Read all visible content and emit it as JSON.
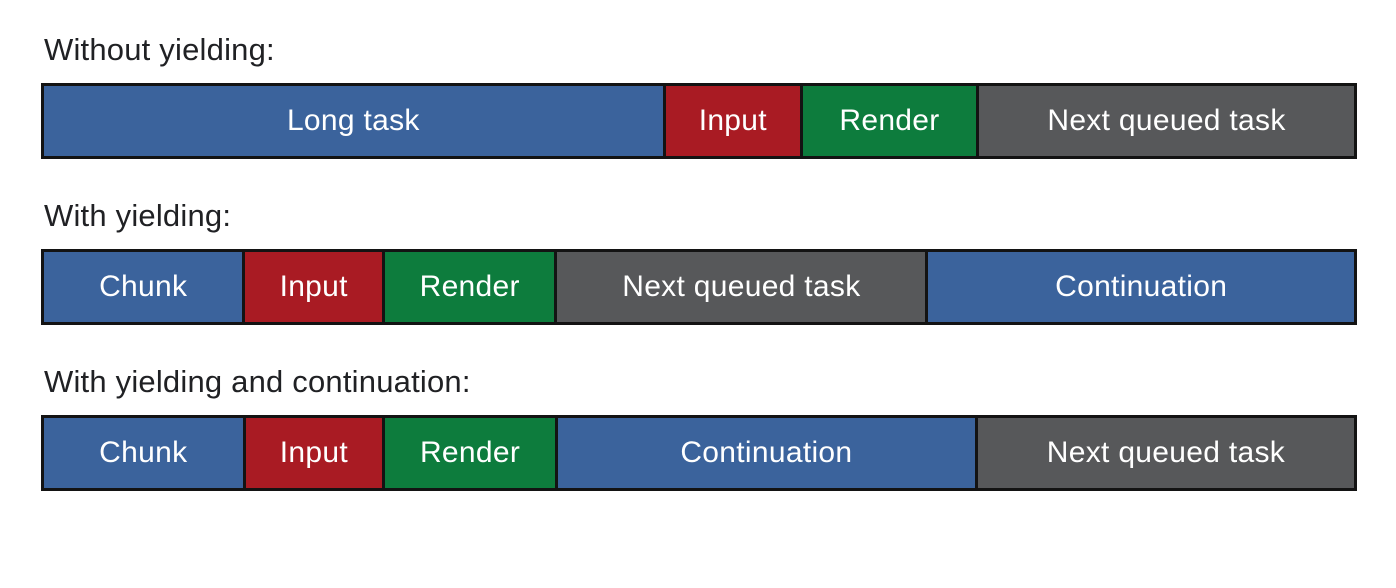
{
  "colors": {
    "blue": "#3B639C",
    "red": "#A91B23",
    "green": "#0D7C3D",
    "gray": "#57585A",
    "divider": "#131313",
    "heading_text": "#202124",
    "segment_text": "#FFFFFF",
    "background": "#FFFFFF"
  },
  "sections": [
    {
      "heading": "Without yielding:",
      "segments": [
        {
          "label": "Long task",
          "color": "blue",
          "flex": 622
        },
        {
          "label": "Input",
          "color": "red",
          "flex": 135
        },
        {
          "label": "Render",
          "color": "green",
          "flex": 174
        },
        {
          "label": "Next queued task",
          "color": "gray",
          "flex": 377
        }
      ]
    },
    {
      "heading": "With yielding:",
      "segments": [
        {
          "label": "Chunk",
          "color": "blue",
          "flex": 199
        },
        {
          "label": "Input",
          "color": "red",
          "flex": 137
        },
        {
          "label": "Render",
          "color": "green",
          "flex": 170
        },
        {
          "label": "Next queued task",
          "color": "gray",
          "flex": 369
        },
        {
          "label": "Continuation",
          "color": "blue",
          "flex": 427
        }
      ]
    },
    {
      "heading": "With yielding and continuation:",
      "segments": [
        {
          "label": "Chunk",
          "color": "blue",
          "flex": 199
        },
        {
          "label": "Input",
          "color": "red",
          "flex": 137
        },
        {
          "label": "Render",
          "color": "green",
          "flex": 170
        },
        {
          "label": "Continuation",
          "color": "blue",
          "flex": 418
        },
        {
          "label": "Next queued task",
          "color": "gray",
          "flex": 377
        }
      ]
    }
  ]
}
